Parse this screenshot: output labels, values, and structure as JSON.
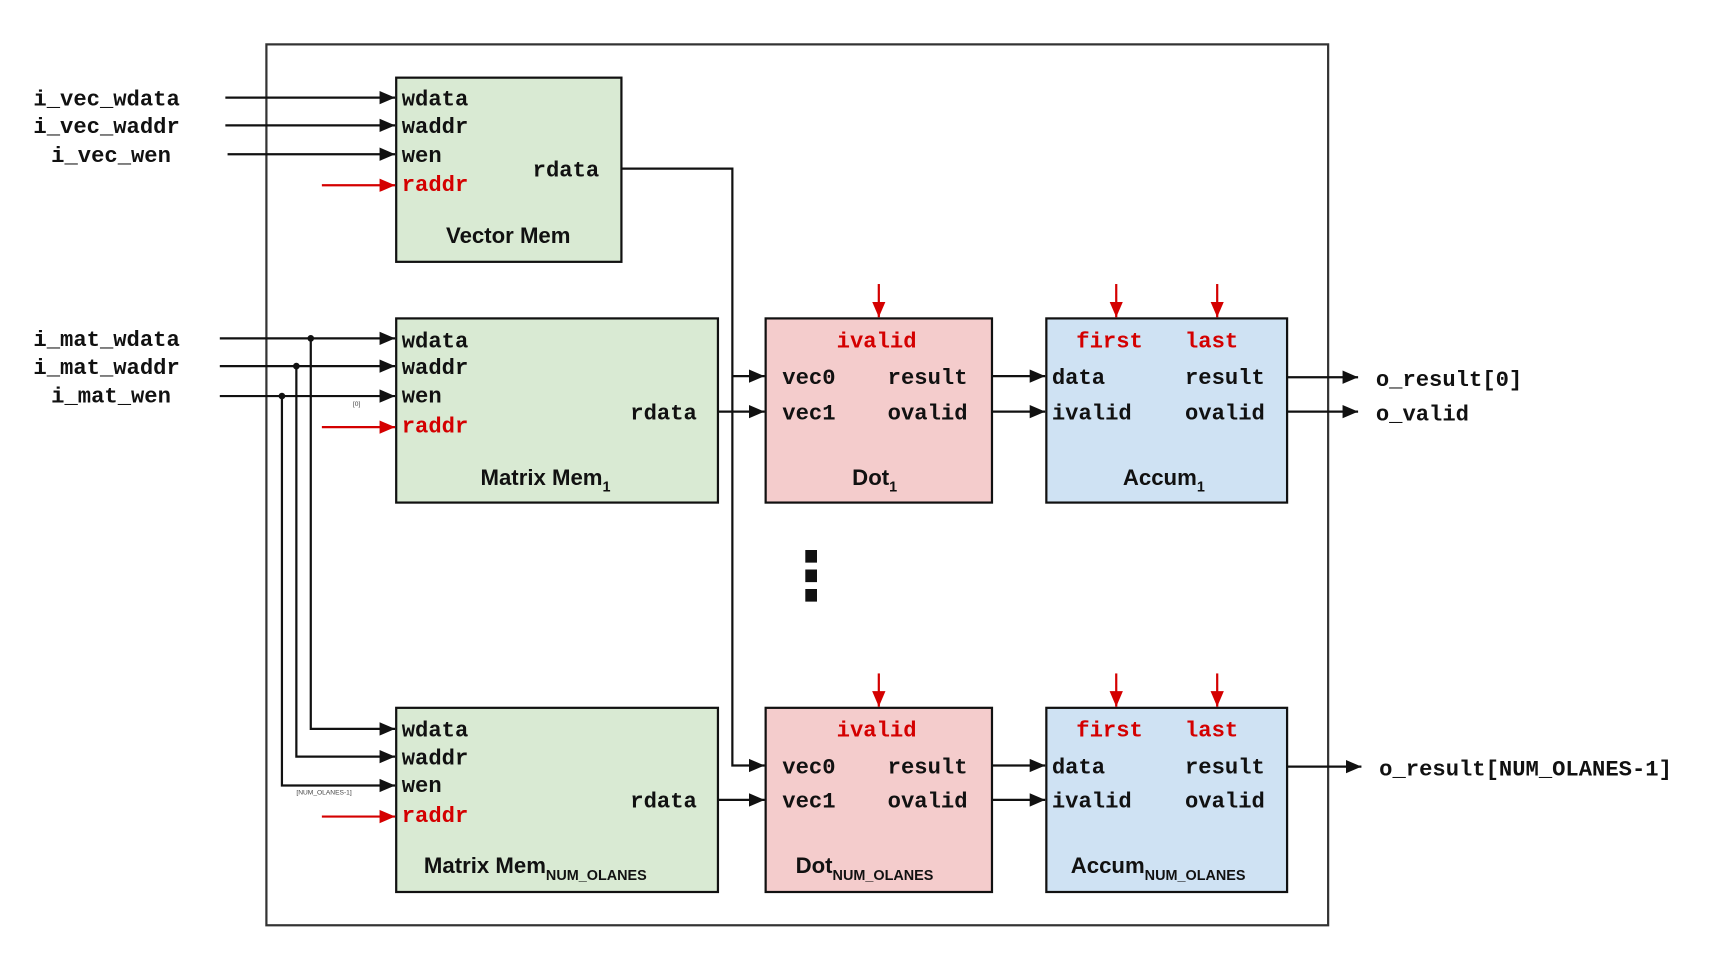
{
  "colors": {
    "memory": "#d9ead3",
    "dot": "#f4cccc",
    "accum": "#cfe2f3",
    "control": "#d40000",
    "wire": "#111111"
  },
  "inputs": {
    "vec_wdata": "i_vec_wdata",
    "vec_waddr": "i_vec_waddr",
    "vec_wen": "i_vec_wen",
    "mat_wdata": "i_mat_wdata",
    "mat_waddr": "i_mat_waddr",
    "mat_wen": "i_mat_wen"
  },
  "outputs": {
    "result0": "o_result[0]",
    "valid": "o_valid",
    "result_last": "o_result[NUM_OLANES-1]"
  },
  "bit_labels": {
    "first": "[0]",
    "last": "[NUM_OLANES-1]"
  },
  "ports": {
    "wdata": "wdata",
    "waddr": "waddr",
    "wen": "wen",
    "raddr": "raddr",
    "rdata": "rdata",
    "ivalid": "ivalid",
    "vec0": "vec0",
    "vec1": "vec1",
    "result": "result",
    "ovalid": "ovalid",
    "first": "first",
    "last": "last",
    "data": "data"
  },
  "blocks": {
    "vector_mem": "Vector Mem",
    "matrix_mem": "Matrix Mem",
    "dot": "Dot",
    "accum": "Accum",
    "sub_first": "1",
    "sub_last": "NUM_OLANES"
  },
  "ellipsis": "⋮"
}
